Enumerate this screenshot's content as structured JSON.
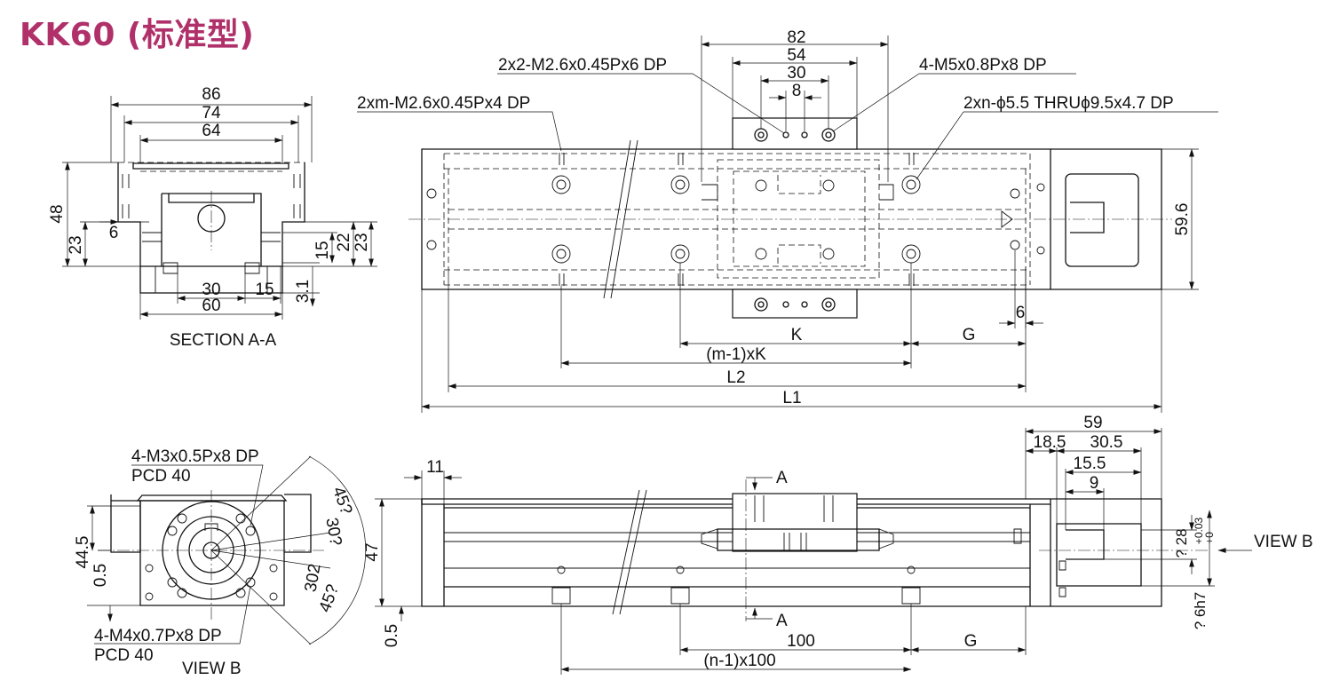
{
  "title": "KK60 (标准型)",
  "section_view": {
    "caption": "SECTION A-A",
    "dims": {
      "d86": "86",
      "d74": "74",
      "d64": "64",
      "d48": "48",
      "d23l": "23",
      "d6": "6",
      "d22": "22",
      "d23r": "23",
      "d15v": "15",
      "d30": "30",
      "d15h": "15",
      "d3_1": "3.1",
      "d60": "60"
    }
  },
  "top_view": {
    "callouts": {
      "tap_2x2": "2x2-M2.6x0.45Px6 DP",
      "tap_4": "4-M5x0.8Px8 DP",
      "tap_2xm": "2xm-M2.6x0.45Px4 DP",
      "thru_2xn": "2xn-ϕ5.5 THRUϕ9.5x4.7 DP"
    },
    "dims": {
      "d82": "82",
      "d54": "54",
      "d30": "30",
      "d8": "8",
      "d59_6": "59.6",
      "d6": "6",
      "K": "K",
      "G": "G",
      "m1K": "(m-1)xK",
      "L2": "L2",
      "L1": "L1"
    }
  },
  "end_view": {
    "caption": "VIEW B",
    "callouts": {
      "top_tap": "4-M3x0.5Px8 DP",
      "top_pcd": "PCD 40",
      "bot_tap": "4-M4x0.7Px8 DP",
      "bot_pcd": "PCD 40"
    },
    "dims": {
      "d44_5": "44.5",
      "d0_5": "0.5",
      "a45a": "45?",
      "a30a": "30?",
      "a30b": "302",
      "a45b": "45?"
    }
  },
  "side_view": {
    "view_arrow": "VIEW B",
    "section_a_top": "A",
    "section_a_bot": "A",
    "dims": {
      "d11": "11",
      "d47": "47",
      "d0_5": "0.5",
      "d59": "59",
      "d18_5": "18.5",
      "d30_5": "30.5",
      "d15_5": "15.5",
      "d9": "9",
      "d100": "100",
      "G": "G",
      "n1": "(n-1)x100",
      "tol_hi": "+0.03",
      "tol_lo": "+0",
      "d28": "? 28",
      "d6h7": "? 6h7"
    }
  }
}
